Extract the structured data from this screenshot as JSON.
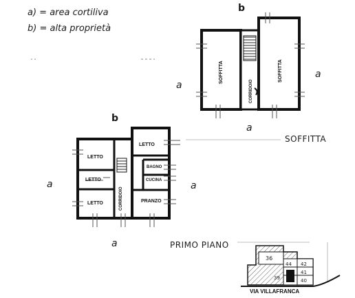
{
  "legend": {
    "a": "a) = area cortiliva",
    "b": "b) = alta proprietà"
  },
  "sides": {
    "a": "a",
    "b": "b"
  },
  "soffitta": {
    "title": "SOFFITTA",
    "rooms": {
      "left": "SOFFITTA",
      "corridor": "CORRIDOIO",
      "right": "SOFFITTA"
    }
  },
  "primo_piano": {
    "title": "PRIMO PIANO",
    "rooms": {
      "letto_1": "LETTO",
      "letto_2": "LETTO",
      "letto_3": "LETTO",
      "corridoio": "CORRIDOIO",
      "letto_4": "LETTO",
      "bagno": "BAGNO",
      "cucina": "CUCINA",
      "pranzo": "PRANZO"
    }
  },
  "site_map": {
    "street": "VIA VILLAFRANCA",
    "parcels": [
      "36",
      "44",
      "42",
      "41",
      "40",
      "39"
    ]
  }
}
